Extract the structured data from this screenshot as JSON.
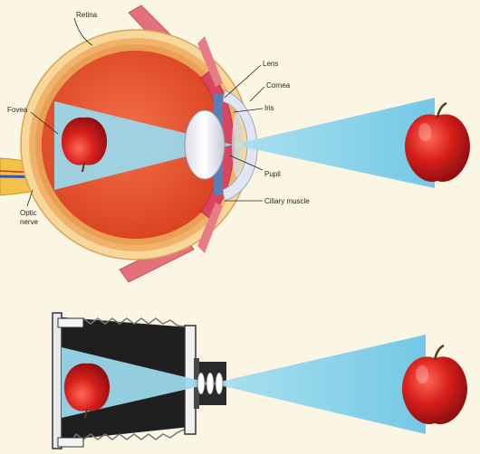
{
  "labels": {
    "retina": "Retina",
    "lens": "Lens",
    "cornea": "Cornea",
    "iris": "Iris",
    "fovea": "Fovea",
    "pupil": "Pupil",
    "ciliary_muscle": "Ciliary muscle",
    "optic_nerve_line1": "Optic",
    "optic_nerve_line2": "nerve"
  },
  "colors": {
    "background": "#fbf6e4",
    "light_beam": "#8fd3ea",
    "apple": "#d81f1c",
    "eye_interior": "#e8502c",
    "eye_wall": "#f6cf86",
    "camera_body": "#2a2a2a"
  }
}
